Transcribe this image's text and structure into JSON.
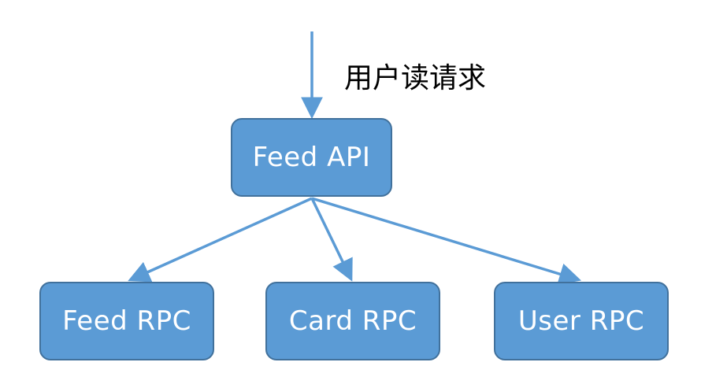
{
  "request_label": "用户读请求",
  "nodes": {
    "feed_api": "Feed API",
    "feed_rpc": "Feed RPC",
    "card_rpc": "Card RPC",
    "user_rpc": "User RPC"
  },
  "colors": {
    "node_fill": "#5b9bd5",
    "node_border": "#41719c",
    "arrow": "#5b9bd5",
    "node_text": "#ffffff",
    "label_text": "#000000"
  }
}
